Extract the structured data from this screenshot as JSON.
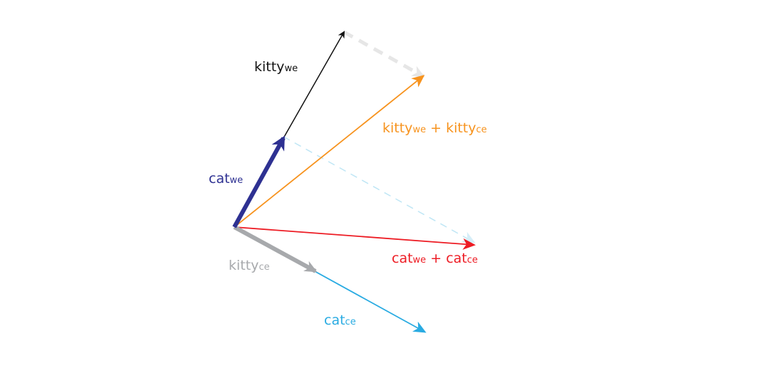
{
  "colors": {
    "black": "#111111",
    "navy": "#2e3192",
    "orange": "#f7931e",
    "red": "#ed1c24",
    "gray": "#a7a9ac",
    "cyan": "#29abe2",
    "light_gray": "#e6e6e6",
    "light_cyan": "#bfe6f5"
  },
  "labels": {
    "kitty_we": {
      "main": "kitty",
      "sub": "we"
    },
    "cat_we": {
      "main": "cat",
      "sub": "we"
    },
    "kitty_sum": {
      "main1": "kitty",
      "sub1": "we",
      "plus": " + ",
      "main2": "kitty",
      "sub2": "ce"
    },
    "cat_sum": {
      "main1": "cat",
      "sub1": "we",
      "plus": " + ",
      "main2": "cat",
      "sub2": "ce"
    },
    "kitty_ce": {
      "main": "kitty",
      "sub": "ce"
    },
    "cat_ce": {
      "main": "cat",
      "sub": "ce"
    }
  }
}
